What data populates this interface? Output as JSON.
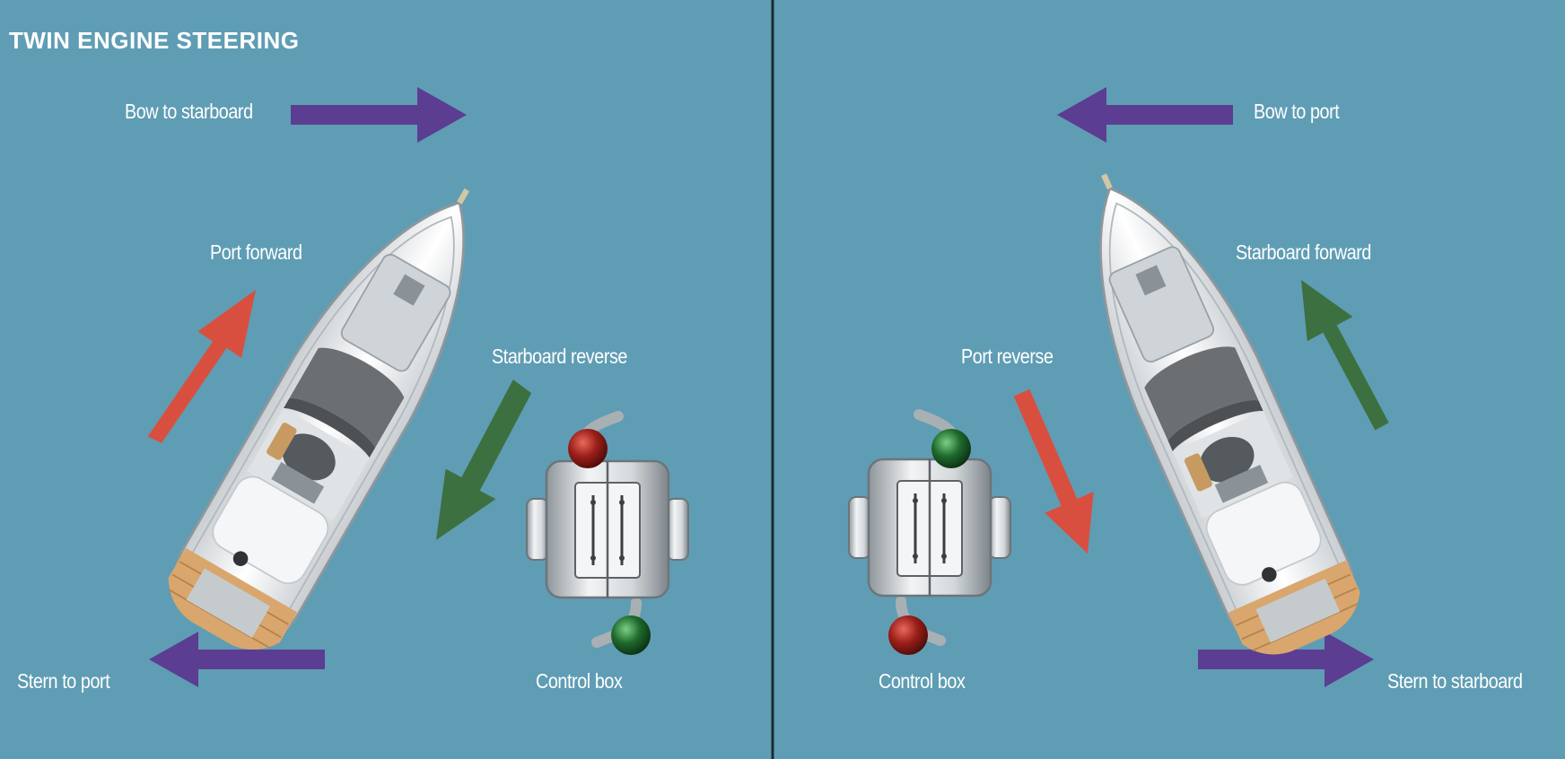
{
  "title": "TWIN ENGINE STEERING",
  "colors": {
    "water": "#5f9db4",
    "divider": "#1f2a30",
    "purple_arrow": "#5b3d92",
    "red_arrow": "#d94f3f",
    "green_arrow": "#3d7040",
    "red_knob": "#9c1f1a",
    "green_knob": "#1f6a2c",
    "text": "#ffffff"
  },
  "left": {
    "bow_label": "Bow to starboard",
    "port_label": "Port forward",
    "starboard_label": "Starboard reverse",
    "stern_label": "Stern to port",
    "control_label": "Control box"
  },
  "right": {
    "bow_label": "Bow to port",
    "starboard_label": "Starboard forward",
    "port_label": "Port reverse",
    "stern_label": "Stern to starboard",
    "control_label": "Control box"
  }
}
